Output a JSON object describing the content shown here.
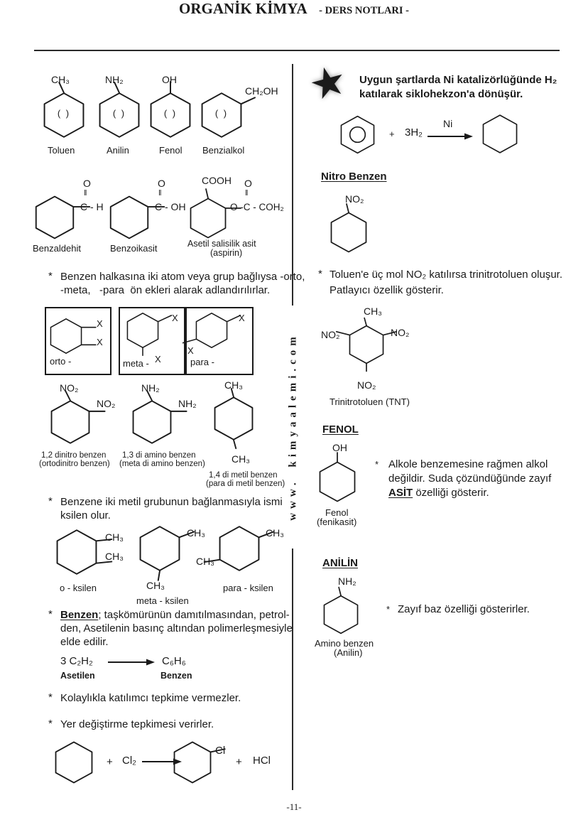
{
  "header": {
    "title": "ORGANİK KİMYA",
    "subtitle": "- DERS NOTLARI -"
  },
  "footer": {
    "page_number": "-11-"
  },
  "watermark": {
    "text": "www. kimyaalemi.com"
  },
  "symbols": {
    "aromatic": "( )",
    "double_bond": "‖",
    "x": "X",
    "asterisk": "*"
  },
  "colors": {
    "ink": "#1a1a1a",
    "background": "#ffffff"
  },
  "left": {
    "aromatics": [
      {
        "sub": "CH₃",
        "name": "Toluen"
      },
      {
        "sub": "NH₂",
        "name": "Anilin"
      },
      {
        "sub": "OH",
        "name": "Fenol"
      },
      {
        "sub": "CH₂OH",
        "name": "Benzialkol"
      }
    ],
    "acids": [
      {
        "top": "O",
        "chain": "C - H",
        "name": "Benzaldehit"
      },
      {
        "top": "O",
        "chain": "C - OH",
        "name": "Benzoikasit"
      },
      {
        "cooh": "COOH",
        "top": "O",
        "chain": "O -C - COH₂",
        "name": "Asetil salisilik asit",
        "name2": "(aspirin)"
      }
    ],
    "note_ortho": {
      "line1": "Benzen halkasına iki atom veya grup bağlıysa -orto,",
      "line2": "-meta,   -para  ön ekleri alarak adlandırılırlar."
    },
    "position_boxes": [
      {
        "label": "orto -"
      },
      {
        "label": "meta -"
      },
      {
        "label": "para -"
      }
    ],
    "disubstituted": [
      {
        "top": "NO₂",
        "side": "NO₂",
        "cap1": "1,2 dinitro benzen",
        "cap2": "(ortodinitro benzen)"
      },
      {
        "top": "NH₂",
        "side": "NH₂",
        "cap1": "1,3 di amino benzen",
        "cap2": "(meta di amino benzen)"
      },
      {
        "top": "CH₃",
        "side": "CH₃",
        "cap1": "1,4 di metil benzen",
        "cap2": "(para di metil benzen)"
      }
    ],
    "note_xylene": {
      "line1": "Benzene iki metil grubunun bağlanmasıyla ismi",
      "line2": "ksilen olur."
    },
    "xylenes": [
      {
        "a": "CH₃",
        "b": "CH₃",
        "cap": "o - ksilen"
      },
      {
        "a": "CH₃",
        "b": "CH₃",
        "cap": "meta - ksilen"
      },
      {
        "a": "CH₃",
        "b": "CH₃",
        "cap": "para - ksilen"
      }
    ],
    "note_benzene": {
      "bold": "Benzen",
      "line1rest": "; taşkömürünün damıtılmasından, petrol-",
      "line2": "den, Asetilenin basınç altından polimerleşmesiyle",
      "line3": "elde edilir."
    },
    "synthesis": {
      "reactant": "3 C₂H₂",
      "product": "C₆H₆",
      "reactant_label": "Asetilen",
      "product_label": "Benzen"
    },
    "note_addition": "Kolaylıkla katılımcı tepkime vermezler.",
    "note_substitution": "Yer değiştirme tepkimesi verirler.",
    "chlorination": {
      "plus1": "+",
      "reagent": "Cl₂",
      "sub": "Cl",
      "plus2": "+",
      "byproduct": "HCl"
    }
  },
  "right": {
    "hydrogenation_note": {
      "line1": "Uygun şartlarda Ni katalizörlüğünde H₂",
      "line2": "katılarak siklohekzon'a dönüşür."
    },
    "hydrogenation": {
      "plus": "+",
      "reagent": "3H₂",
      "catalyst": "Ni"
    },
    "nitrobenzene": {
      "heading": "Nitro Benzen",
      "sub": "NO₂"
    },
    "tnt_note": {
      "line1": "Toluen'e üç mol NO₂ katılırsa trinitrotoluen oluşur.",
      "line2": "Patlayıcı özellik gösterir."
    },
    "tnt": {
      "top": "CH₃",
      "left": "NO₂",
      "right": "NO₂",
      "bottom": "NO₂",
      "caption": "Trinitrotoluen (TNT)"
    },
    "phenol": {
      "heading": "FENOL",
      "sub": "OH",
      "name1": "Fenol",
      "name2": "(fenikasit)",
      "note1": "Alkole benzemesine rağmen alkol",
      "note2": "değildir. Suda çözündüğünde zayıf",
      "note3_bold": "ASİT",
      "note3_rest": " özelliği gösterir."
    },
    "aniline": {
      "heading": "ANİLİN",
      "sub": "NH₂",
      "name1": "Amino benzen",
      "name2": "(Anilin)",
      "note": "Zayıf baz özelliği gösterirler."
    }
  }
}
